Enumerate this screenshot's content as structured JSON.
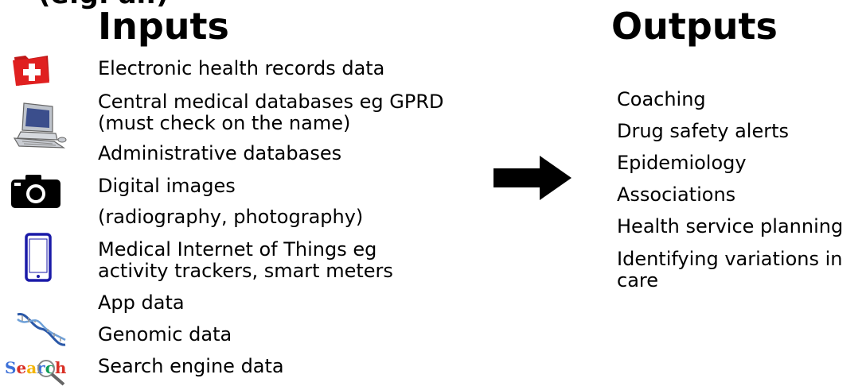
{
  "top_partial_text": "(e.g. al.)",
  "inputs": {
    "heading": "Inputs",
    "items": [
      "Electronic health records data",
      "Central medical databases eg GPRD",
      "(must check on the name)",
      "Administrative databases",
      "Digital images",
      "(radiography, photography)",
      "Medical Internet of Things eg",
      "activity trackers, smart meters",
      "App data",
      "Genomic data",
      "Search engine data"
    ]
  },
  "outputs": {
    "heading": "Outputs",
    "items": [
      "Coaching",
      "Drug safety alerts",
      "Epidemiology",
      "Associations",
      "Health service planning",
      "Identifying variations in",
      "care"
    ]
  },
  "icons": {
    "health_record": "medical-folder-icon",
    "computer": "desktop-computer-icon",
    "camera": "camera-icon",
    "phone": "smartphone-icon",
    "dna": "dna-icon",
    "search": "search-logo-icon"
  },
  "search_logo_text": "Search",
  "colors": {
    "folder_red": "#e02020",
    "phone_blue": "#1a1aa8",
    "arrow": "#000000"
  }
}
